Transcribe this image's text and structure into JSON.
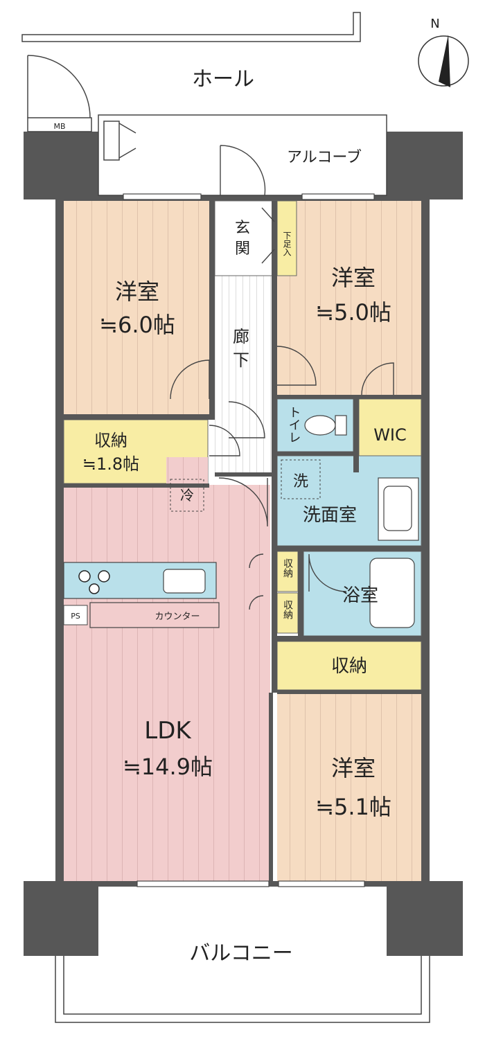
{
  "compass": {
    "north": "N"
  },
  "outside": {
    "hall": "ホール",
    "alcove": "アルコーブ",
    "balcony": "バルコニー",
    "meter_box": "MB"
  },
  "rooms": {
    "west_bedroom": {
      "name": "洋室",
      "size": "≒6.0帖"
    },
    "east_bedroom": {
      "name": "洋室",
      "size": "≒5.0帖"
    },
    "south_bedroom": {
      "name": "洋室",
      "size": "≒5.1帖"
    },
    "ldk": {
      "name": "LDK",
      "size": "≒14.9帖"
    },
    "closet": {
      "name": "収納",
      "size": "≒1.8帖"
    },
    "entrance": {
      "label_top": "玄",
      "label_bottom": "関"
    },
    "shoe_storage": "下足入",
    "corridor": {
      "label_top": "廊",
      "label_bottom": "下"
    },
    "toilet": "トイレ",
    "wic": "WIC",
    "washroom": "洗面室",
    "washer": "洗",
    "bathroom": "浴室",
    "storage_south": "収納",
    "storage_small_1": "収納",
    "storage_small_2": "収納",
    "fridge": "冷",
    "counter": "カウンター",
    "pipe_space": "PS"
  },
  "colors": {
    "bedroom": "#f6dcc2",
    "ldk": "#f2cdcd",
    "storage": "#f8eda4",
    "wet": "#b9e0ea",
    "wall": "#575757",
    "floor_line": "#c2a592"
  }
}
